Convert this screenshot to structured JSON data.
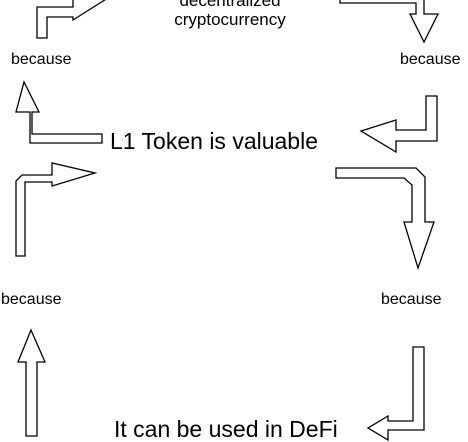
{
  "diagram": {
    "top_statement_line1": "decentralized",
    "top_statement_line2": "cryptocurrency",
    "center_statement": "L1 Token is valuable",
    "bottom_statement": "It can be used in DeFi",
    "connector_label": "because"
  }
}
